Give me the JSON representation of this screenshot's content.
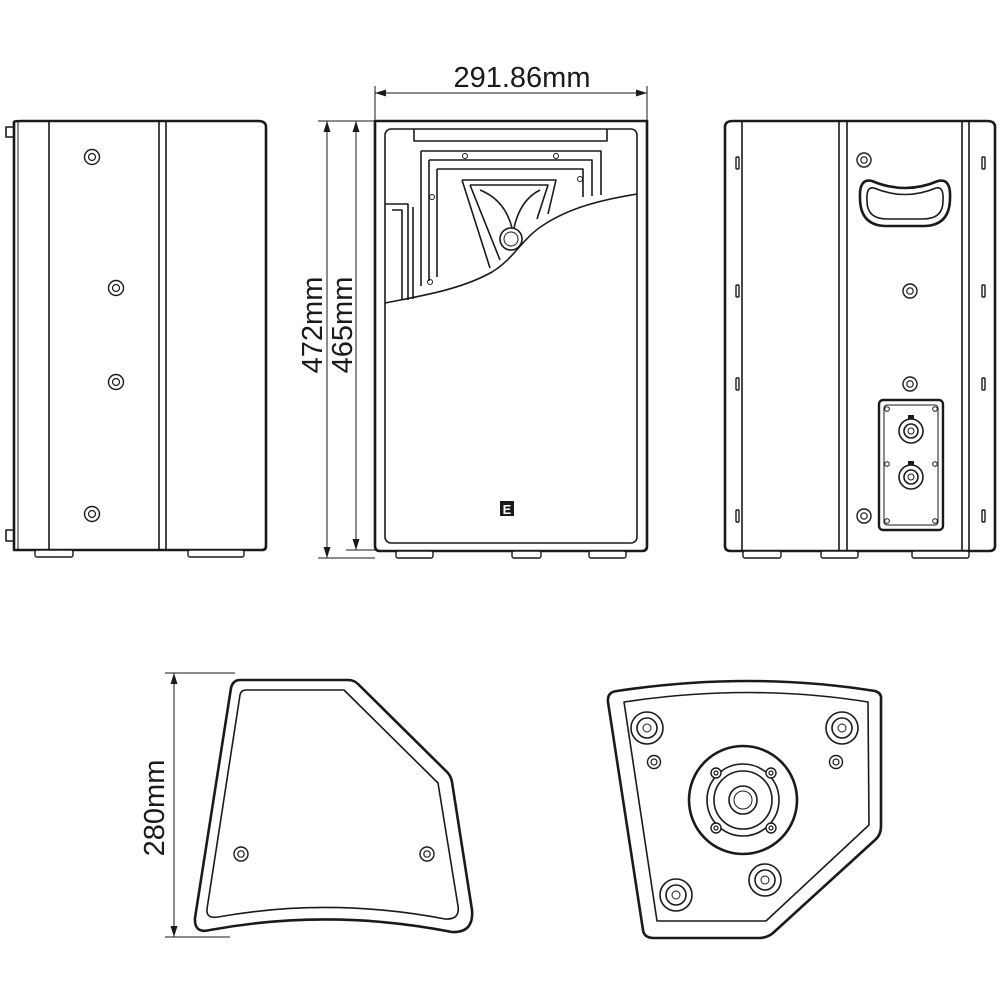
{
  "dimensions": {
    "width": "291.86mm",
    "height_outer": "472mm",
    "height_inner": "465mm",
    "depth": "280mm"
  },
  "views": {
    "side_left": "side-view",
    "front": "front-view",
    "rear": "rear-view",
    "top": "top-view",
    "bottom": "bottom-view"
  },
  "logo": {
    "text": "E"
  }
}
